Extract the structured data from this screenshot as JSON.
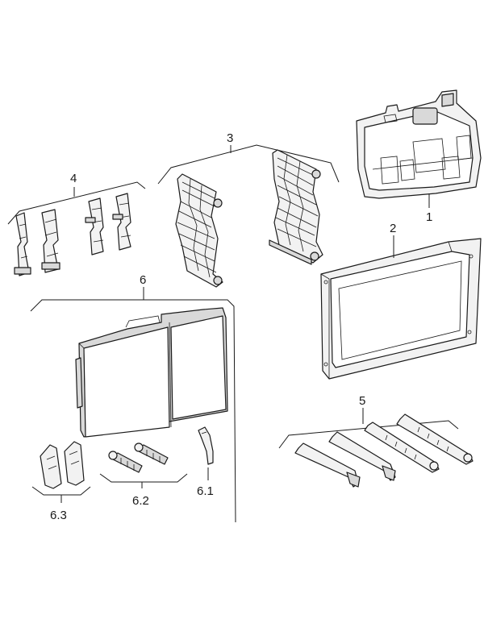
{
  "callouts": {
    "c1": "1",
    "c2": "2",
    "c3": "3",
    "c4": "4",
    "c5": "5",
    "c6": "6",
    "c61": "6.1",
    "c62": "6.2",
    "c63": "6.3"
  }
}
